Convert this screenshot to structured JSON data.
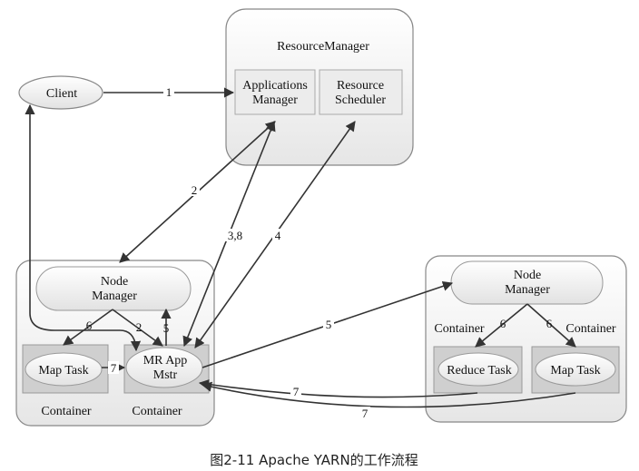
{
  "resource_manager": {
    "title": "ResourceManager",
    "applications_manager": [
      "Applications",
      "Manager"
    ],
    "resource_scheduler": [
      "Resource",
      "Scheduler"
    ]
  },
  "client": "Client",
  "left_node": {
    "node_manager": [
      "Node",
      "Manager"
    ],
    "map_task": "Map Task",
    "mr_app_master": [
      "MR App",
      "Mstr"
    ],
    "container_left": "Container",
    "container_right": "Container"
  },
  "right_node": {
    "node_manager": [
      "Node",
      "Manager"
    ],
    "reduce_task": "Reduce Task",
    "map_task": "Map Task",
    "container_left": "Container",
    "container_right": "Container"
  },
  "edge_labels": {
    "client_to_apps_manager": "1",
    "apps_manager_to_node_manager": "2",
    "node_manager_to_mr_app": "2",
    "mr_app_to_apps_manager": "3,8",
    "mr_app_to_scheduler": "4",
    "mr_app_to_node_manager": "5",
    "mr_app_to_right_node_manager": "5",
    "node_manager_to_map_task": "6",
    "right_node_manager_to_reduce_task": "6",
    "right_node_manager_to_map_task": "6",
    "map_task_to_mr_app": "7",
    "reduce_task_to_mr_app": "7",
    "right_map_task_to_mr_app": "7"
  },
  "caption": "图2-11 Apache YARN的工作流程"
}
